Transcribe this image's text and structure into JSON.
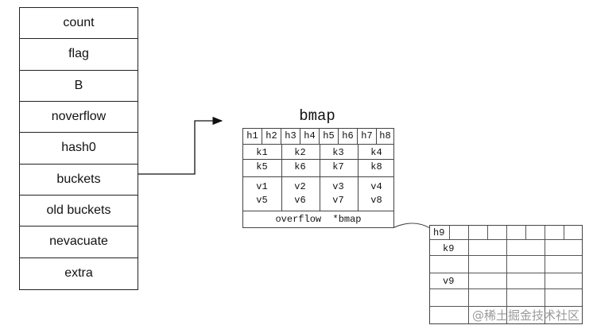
{
  "hmap": {
    "fields": [
      "count",
      "flag",
      "B",
      "noverflow",
      "hash0",
      "buckets",
      "old buckets",
      "nevacuate",
      "extra"
    ]
  },
  "bmap": {
    "title": "bmap",
    "tophash": [
      "h1",
      "h2",
      "h3",
      "h4",
      "h5",
      "h6",
      "h7",
      "h8"
    ],
    "keys_row1": [
      "k1",
      "k2",
      "k3",
      "k4"
    ],
    "keys_row2": [
      "k5",
      "k6",
      "k7",
      "k8"
    ],
    "values_row1": [
      "v1",
      "v2",
      "v3",
      "v4"
    ],
    "values_row2": [
      "v5",
      "v6",
      "v7",
      "v8"
    ],
    "overflow_label": "overflow  *bmap"
  },
  "overflow_bucket": {
    "tophash": [
      "h9"
    ],
    "key": "k9",
    "value": "v9"
  },
  "watermark": "@稀土掘金技术社区"
}
